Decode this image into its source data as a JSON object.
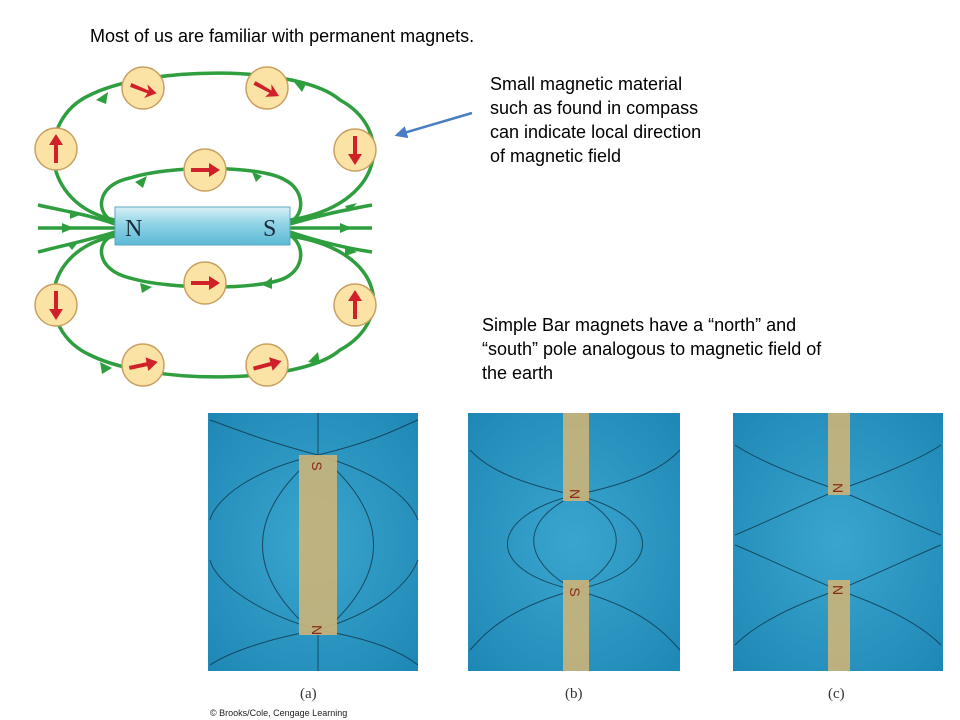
{
  "slide": {
    "title": "Most of us are familiar with permanent magnets.",
    "compass_note_lines": [
      "Small magnetic material",
      "such as found in compass",
      "can indicate local direction",
      "of magnetic field"
    ],
    "bar_note_lines": [
      "Simple Bar magnets have a “north” and",
      "“south” pole analogous to magnetic field of",
      "the earth"
    ]
  },
  "diagram": {
    "magnet_north_label": "N",
    "magnet_south_label": "S",
    "field_line_color": "#2e9e3f",
    "compass_arrow_color": "#d0202a",
    "compass_fill": "#fbe3a6",
    "pointer_arrow_color": "#4a7ec4"
  },
  "photos": [
    {
      "label": "(a)",
      "poles": [
        "S",
        "N"
      ]
    },
    {
      "label": "(b)",
      "poles": [
        "N",
        "S"
      ]
    },
    {
      "label": "(c)",
      "poles": [
        "N",
        "N"
      ]
    }
  ],
  "credit": "© Brooks/Cole, Cengage Learning"
}
